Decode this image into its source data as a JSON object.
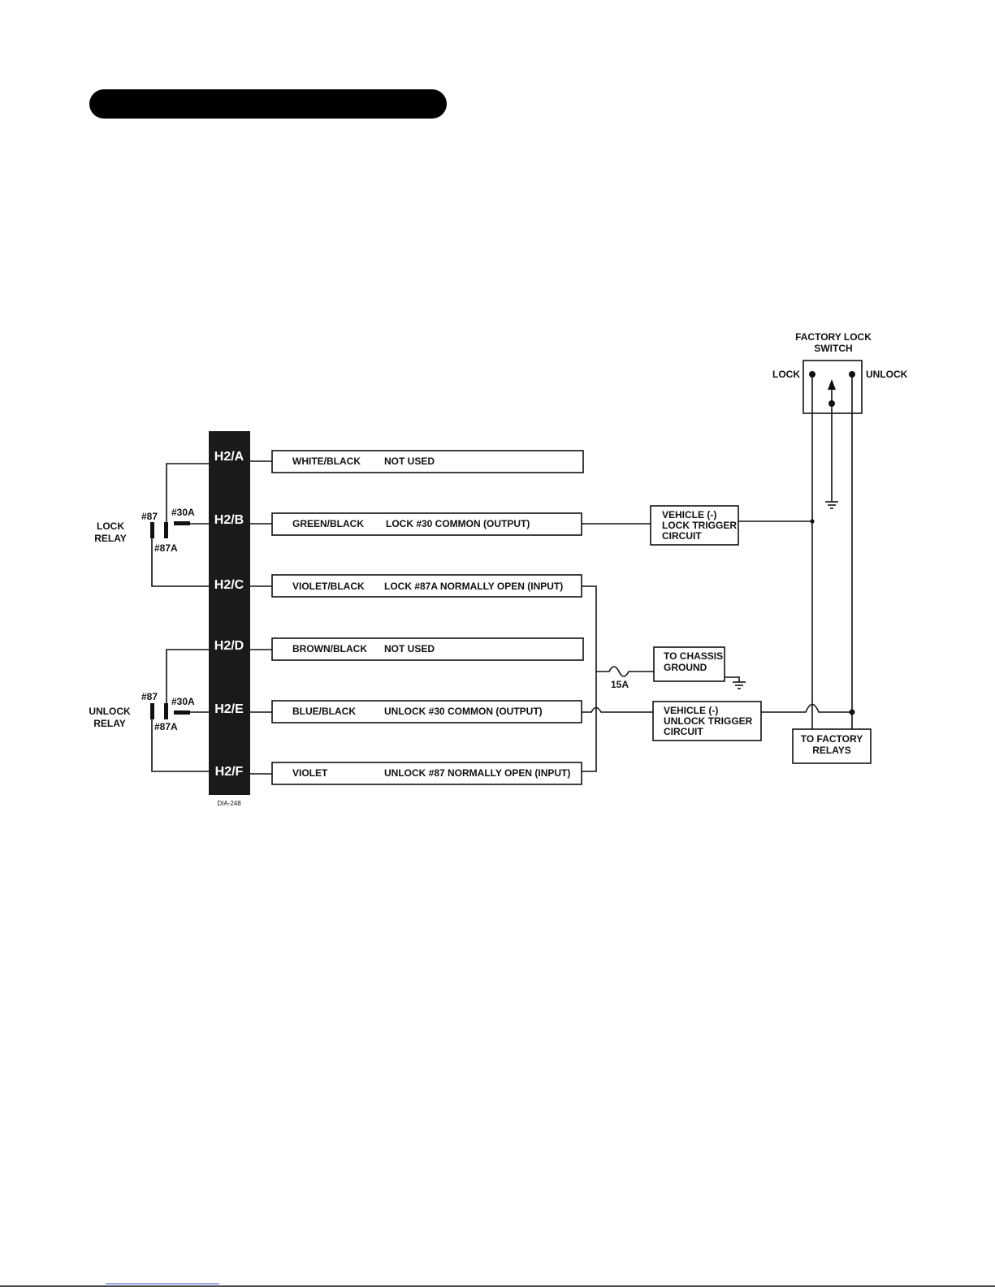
{
  "header": {
    "title": ""
  },
  "connector": {
    "pins": [
      {
        "id": "H2/A",
        "wire_color": "WHITE/BLACK",
        "function": "NOT USED"
      },
      {
        "id": "H2/B",
        "wire_color": "GREEN/BLACK",
        "function": "LOCK #30 COMMON (OUTPUT)"
      },
      {
        "id": "H2/C",
        "wire_color": "VIOLET/BLACK",
        "function": "LOCK #87A NORMALLY OPEN (INPUT)"
      },
      {
        "id": "H2/D",
        "wire_color": "BROWN/BLACK",
        "function": "NOT USED"
      },
      {
        "id": "H2/E",
        "wire_color": "BLUE/BLACK",
        "function": "UNLOCK #30 COMMON (OUTPUT)"
      },
      {
        "id": "H2/F",
        "wire_color": "VIOLET",
        "function": "UNLOCK #87 NORMALLY OPEN (INPUT)"
      }
    ],
    "part_number": "DIA-248"
  },
  "relays": {
    "lock": {
      "line1": "LOCK",
      "line2": "RELAY",
      "t87": "#87",
      "t87a": "#87A",
      "t30a": "#30A"
    },
    "unlock": {
      "line1": "UNLOCK",
      "line2": "RELAY",
      "t87": "#87",
      "t87a": "#87A",
      "t30a": "#30A"
    }
  },
  "switch": {
    "title1": "FACTORY LOCK",
    "title2": "SWITCH",
    "lock": "LOCK",
    "unlock": "UNLOCK"
  },
  "boxes": {
    "lock_trigger": [
      "VEHICLE (-)",
      "LOCK TRIGGER",
      "CIRCUIT"
    ],
    "unlock_trigger": [
      "VEHICLE (-)",
      "UNLOCK TRIGGER",
      "CIRCUIT"
    ],
    "chassis": [
      "TO CHASSIS",
      "GROUND"
    ],
    "factory_relays": [
      "TO FACTORY",
      "RELAYS"
    ]
  },
  "fuse": {
    "rating": "15A"
  }
}
